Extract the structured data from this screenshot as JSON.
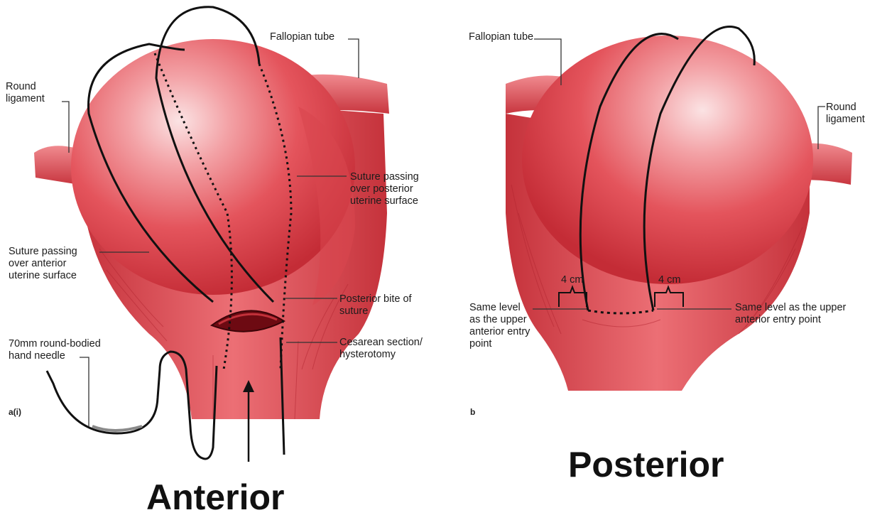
{
  "panels": {
    "anterior": {
      "tag": "a(i)",
      "title": "Anterior",
      "labels": {
        "fallopian_tube": "Fallopian tube",
        "round_ligament": [
          "Round",
          "ligament"
        ],
        "suture_posterior": [
          "Suture passing",
          "over posterior",
          "uterine surface"
        ],
        "suture_anterior": [
          "Suture passing",
          "over anterior",
          "uterine surface"
        ],
        "posterior_bite": [
          "Posterior bite of",
          "suture"
        ],
        "cesarean": [
          "Cesarean section/",
          "hysterotomy"
        ],
        "needle": [
          "70mm round-bodied",
          "hand needle"
        ]
      }
    },
    "posterior": {
      "tag": "b",
      "title": "Posterior",
      "labels": {
        "fallopian_tube": "Fallopian tube",
        "round_ligament": [
          "Round",
          "ligament"
        ],
        "distance_left": "4 cm",
        "distance_right": "4 cm",
        "same_level_left": [
          "Same level",
          "as the upper",
          "anterior entry",
          "point"
        ],
        "same_level_right": [
          "Same level as the upper",
          "anterior entry point"
        ]
      }
    }
  },
  "colors": {
    "uterus": "#e0404a",
    "uterus_highlight": "#f7c7c9",
    "suture": "#111111",
    "leader": "#333333"
  }
}
